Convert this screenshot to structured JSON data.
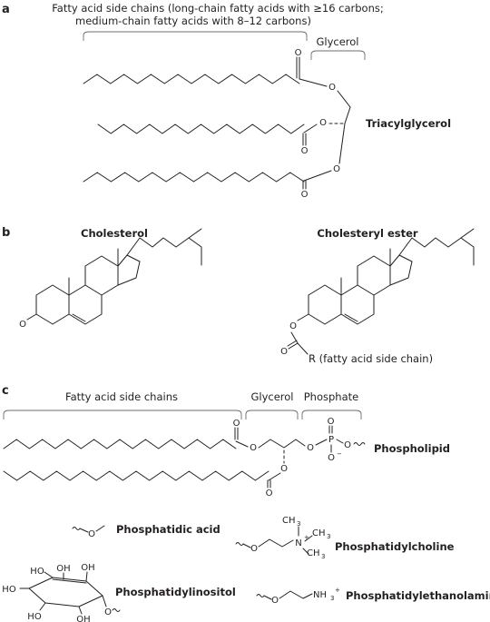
{
  "panels": {
    "a": {
      "letter": "a",
      "fatty_acid_caption_line1": "Fatty acid side chains (long-chain fatty acids with ≥16 carbons;",
      "fatty_acid_caption_line2": "medium-chain fatty acids with 8–12 carbons)",
      "glycerol_label": "Glycerol",
      "molecule_name": "Triacylglycerol"
    },
    "b": {
      "letter": "b",
      "cholesterol_name": "Cholesterol",
      "cholesteryl_ester_name": "Cholesteryl ester",
      "ester_r_label": "R (fatty acid side chain)"
    },
    "c": {
      "letter": "c",
      "fatty_acid_label": "Fatty acid side chains",
      "glycerol_label": "Glycerol",
      "phosphate_label": "Phosphate",
      "molecule_name": "Phospholipid",
      "head_groups": [
        {
          "name": "Phosphatidic acid"
        },
        {
          "name": "Phosphatidylcholine"
        },
        {
          "name": "Phosphatidylinositol"
        },
        {
          "name": "Phosphatidylethanolamine"
        }
      ]
    }
  },
  "atoms": {
    "oxygen": "O",
    "phosphorus": "P",
    "nitrogen": "N",
    "charge_plus": "+",
    "charge_minus": "−",
    "hydroxyl": "OH",
    "hydroxyl_left": "HO",
    "methyl_base": "CH",
    "ammonium_base": "NH",
    "subscript_3": "3"
  }
}
